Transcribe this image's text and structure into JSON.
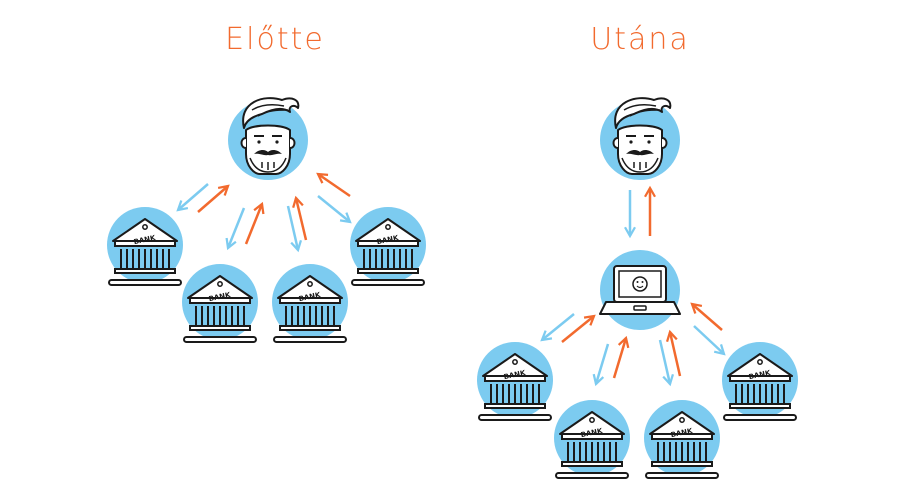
{
  "titles": {
    "before": "Előtte",
    "after": "Utána"
  },
  "bank_label": "BANK",
  "colors": {
    "accent": "#f26a2e",
    "circle": "#7ccbf0",
    "arrow_blue": "#7ccbf0",
    "arrow_orange": "#f26a2e",
    "ink": "#1a1a1a"
  },
  "icons": {
    "person": "bearded-man-icon",
    "bank": "bank-building-icon",
    "laptop": "laptop-icon"
  }
}
